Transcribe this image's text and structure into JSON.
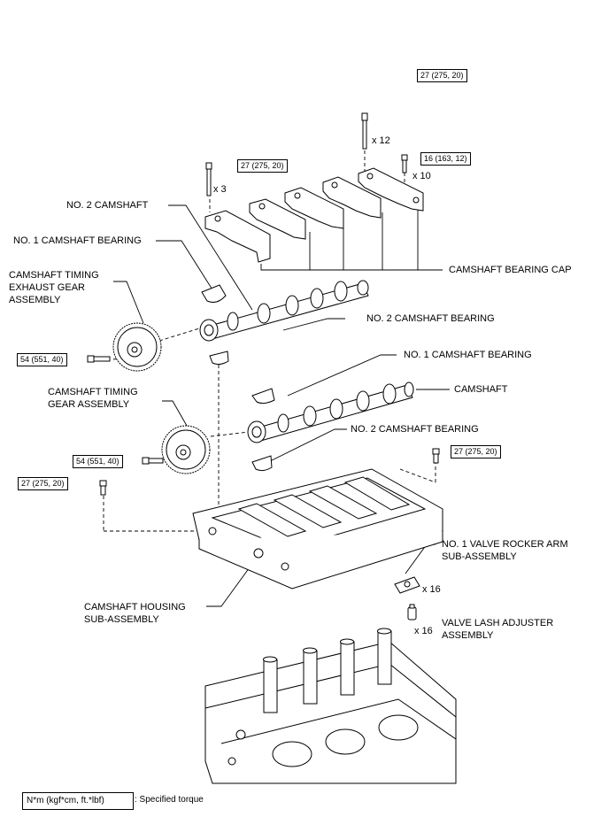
{
  "labels": {
    "no2_camshaft": "NO. 2 CAMSHAFT",
    "no1_camshaft_bearing_top": "NO. 1 CAMSHAFT BEARING",
    "exhaust_gear": "CAMSHAFT TIMING\nEXHAUST GEAR\nASSEMBLY",
    "bearing_cap": "CAMSHAFT BEARING CAP",
    "no2_camshaft_bearing_1": "NO. 2 CAMSHAFT BEARING",
    "no1_camshaft_bearing_2": "NO. 1 CAMSHAFT BEARING",
    "camshaft": "CAMSHAFT",
    "timing_gear": "CAMSHAFT TIMING\nGEAR ASSEMBLY",
    "no2_camshaft_bearing_2": "NO. 2 CAMSHAFT BEARING",
    "rocker_arm": "NO. 1 VALVE ROCKER ARM\nSUB-ASSEMBLY",
    "camshaft_housing": "CAMSHAFT HOUSING\nSUB-ASSEMBLY",
    "lash_adjuster": "VALVE LASH ADJUSTER\nASSEMBLY"
  },
  "torques": {
    "t_top": "27 (275, 20)",
    "t_left_cap": "27 (275, 20)",
    "t_right_cap": "16 (163, 12)",
    "t_exhaust": "54 (551, 40)",
    "t_intake": "54 (551, 40)",
    "t_housing_left": "27 (275, 20)",
    "t_housing_right": "27 (275, 20)"
  },
  "quantities": {
    "q12": "x 12",
    "q3": "x 3",
    "q10": "x 10",
    "q16a": "x 16",
    "q16b": "x 16"
  },
  "legend": {
    "unit": "N*m (kgf*cm, ft.*lbf)",
    "description": ": Specified torque"
  }
}
